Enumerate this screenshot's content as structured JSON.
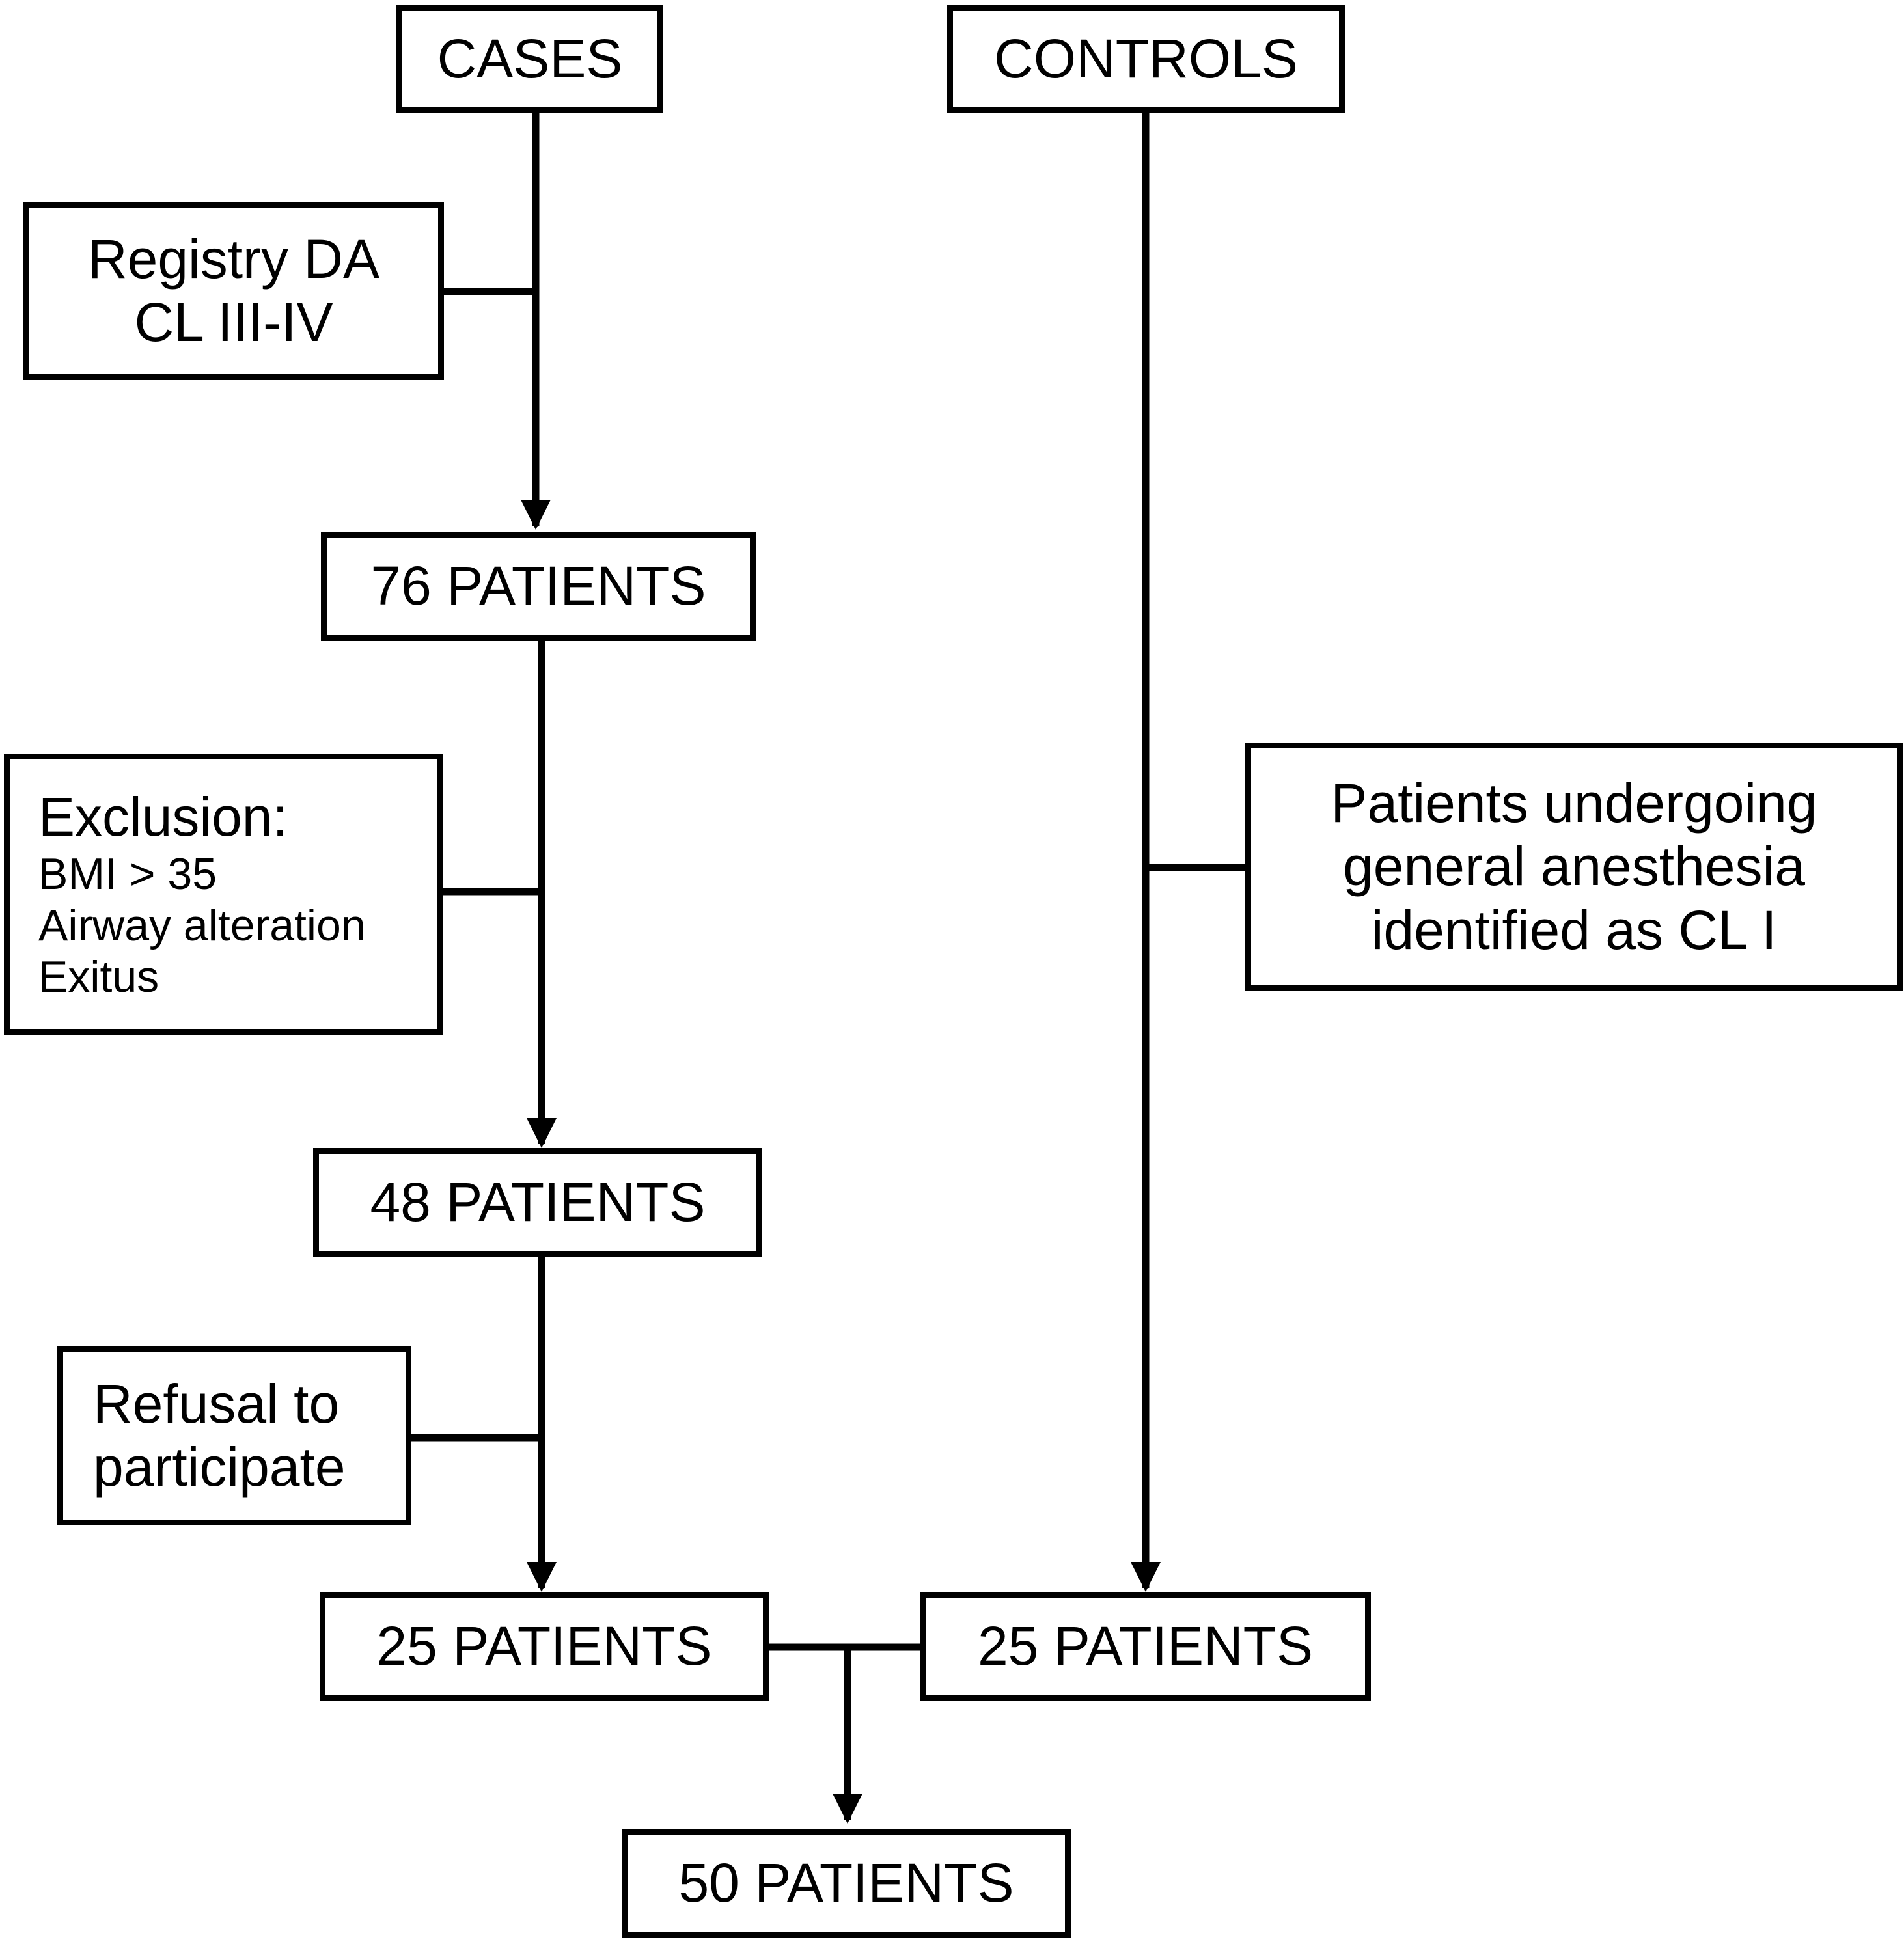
{
  "cases": "CASES",
  "controls": "CONTROLS",
  "registry": {
    "line1": "Registry DA",
    "line2": "CL III-IV"
  },
  "n76": "76 PATIENTS",
  "exclusion": {
    "title": "Exclusion:",
    "items": [
      "BMI > 35",
      "Airway alteration",
      "Exitus"
    ]
  },
  "n48": "48 PATIENTS",
  "refusal": {
    "line1": "Refusal to",
    "line2": "participate"
  },
  "cases_final": "25 PATIENTS",
  "controls_criteria": {
    "line1": "Patients undergoing",
    "line2": "general anesthesia",
    "line3": "identified as CL I"
  },
  "controls_final": "25 PATIENTS",
  "total": "50 PATIENTS"
}
